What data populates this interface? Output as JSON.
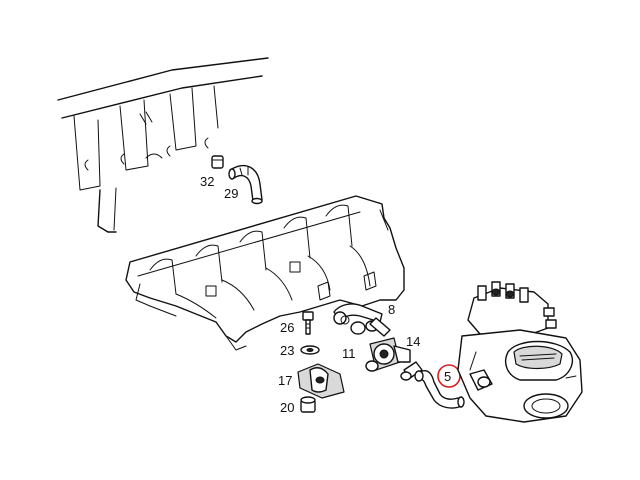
{
  "part_numbers": {
    "p32": "32",
    "p29": "29",
    "p26": "26",
    "p23": "23",
    "p17": "17",
    "p20": "20",
    "p8": "8",
    "p11": "11",
    "p14": "14",
    "p5": "5"
  },
  "highlight": {
    "circled_part": "5",
    "circle_color": "#d21f1f"
  }
}
